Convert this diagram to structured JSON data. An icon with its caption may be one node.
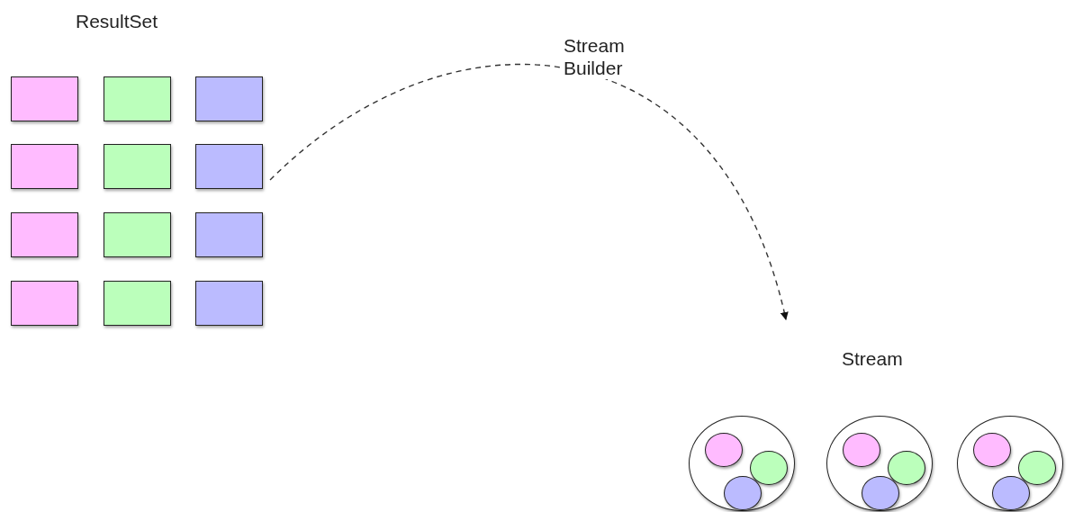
{
  "diagram": {
    "nodes": [
      {
        "text": [
          "ResultSet"
        ]
      },
      {
        "text": [],
        "shape": "box",
        "in": 0
      },
      {
        "text": [],
        "shape": "box",
        "in": 0
      },
      {
        "text": [],
        "shape": "box",
        "in": 0
      },
      {
        "text": [],
        "shape": "box",
        "in": 0
      },
      {
        "text": [],
        "shape": "box",
        "in": 0
      },
      {
        "text": [],
        "shape": "box",
        "in": 0
      },
      {
        "text": [],
        "shape": "box",
        "in": 0
      },
      {
        "text": [],
        "shape": "box",
        "in": 0
      },
      {
        "text": [],
        "shape": "box",
        "in": 0
      },
      {
        "text": [],
        "shape": "box",
        "in": 0
      },
      {
        "text": [],
        "shape": "box",
        "in": 0
      },
      {
        "text": [],
        "shape": "box",
        "in": 0
      },
      {
        "text": [
          "Stream"
        ]
      },
      {
        "text": [],
        "shape": "circle",
        "in": 13
      },
      {
        "text": [],
        "shape": "circle",
        "in": 14
      },
      {
        "text": [],
        "shape": "circle",
        "in": 14
      },
      {
        "text": [],
        "shape": "circle",
        "in": 14
      },
      {
        "text": [],
        "shape": "circle",
        "in": 13
      },
      {
        "text": [],
        "shape": "circle",
        "in": 18
      },
      {
        "text": [],
        "shape": "circle",
        "in": 18
      },
      {
        "text": [],
        "shape": "circle",
        "in": 18
      },
      {
        "text": [],
        "shape": "circle",
        "in": 13
      },
      {
        "text": [],
        "shape": "circle",
        "in": 22
      },
      {
        "text": [],
        "shape": "circle",
        "in": 22
      },
      {
        "text": [],
        "shape": "circle",
        "in": 22
      }
    ],
    "edges": [
      {
        "from": 0,
        "to": 13,
        "arrow": "to",
        "label": "Stream Builder",
        "style": "dashed"
      }
    ]
  }
}
